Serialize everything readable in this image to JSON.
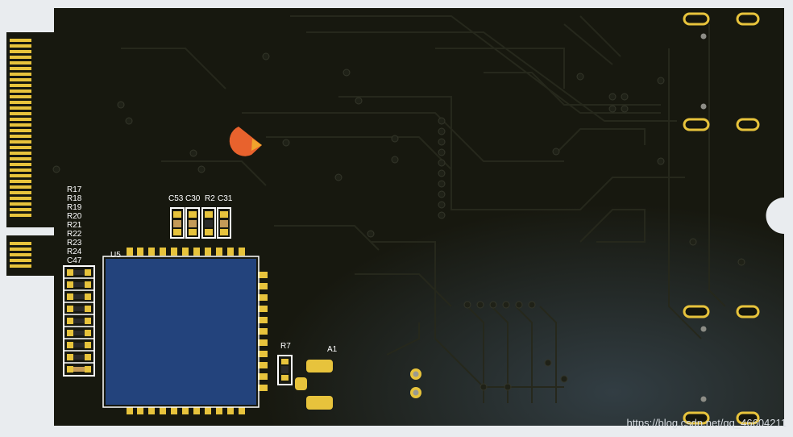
{
  "board": {
    "colors": {
      "substrate": "#17180f",
      "trace": "#26281c",
      "gold": "#e7c33c",
      "ic_body": "#23437c",
      "silkscreen": "#ffffff",
      "via": "#a8a89a",
      "marker": "#e8622d"
    },
    "labels": {
      "resistor_column": [
        "R17",
        "R18",
        "R19",
        "R20",
        "R21",
        "R22",
        "R23",
        "R24",
        "C47"
      ],
      "cap_row": [
        "C53",
        "C30",
        "R2",
        "C31"
      ],
      "u5": "U5",
      "r7": "R7",
      "a1": "A1"
    }
  },
  "watermark": "https://blog.csdn.net/qq_46604211"
}
